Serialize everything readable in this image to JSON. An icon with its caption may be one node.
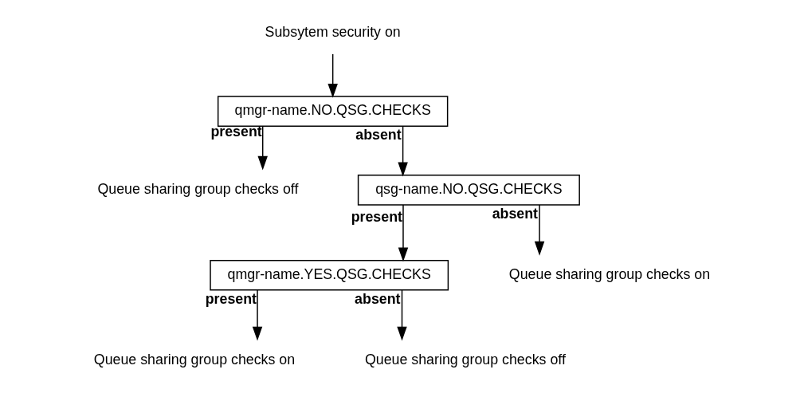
{
  "diagram": {
    "nodes": [
      {
        "text": [
          "Subsytem security on"
        ]
      },
      {
        "text": [
          "qmgr-name.NO.QSG.CHECKS"
        ]
      },
      {
        "text": [
          "Queue sharing group checks off"
        ]
      },
      {
        "text": [
          "qsg-name.NO.QSG.CHECKS"
        ]
      },
      {
        "text": [
          "qmgr-name.YES.QSG.CHECKS"
        ]
      },
      {
        "text": [
          "Queue sharing group checks on"
        ]
      },
      {
        "text": [
          "Queue sharing group checks on"
        ]
      },
      {
        "text": [
          "Queue sharing group checks off"
        ]
      }
    ],
    "edges": [
      {
        "from": 0,
        "to": 1,
        "arrow": "to"
      },
      {
        "from": 1,
        "to": 2,
        "label": "present",
        "arrow": "to"
      },
      {
        "from": 1,
        "to": 3,
        "label": "absent",
        "arrow": "to"
      },
      {
        "from": 3,
        "to": 4,
        "label": "present",
        "arrow": "to"
      },
      {
        "from": 3,
        "to": 5,
        "label": "absent",
        "arrow": "to"
      },
      {
        "from": 4,
        "to": 6,
        "label": "present",
        "arrow": "to"
      },
      {
        "from": 4,
        "to": 7,
        "label": "absent",
        "arrow": "to"
      }
    ]
  }
}
